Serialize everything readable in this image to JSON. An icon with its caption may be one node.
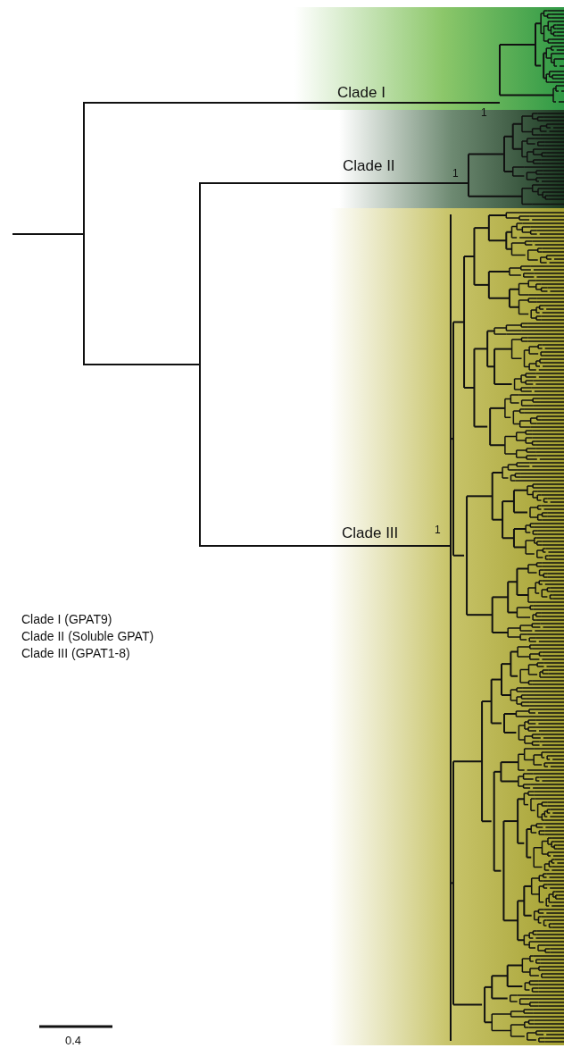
{
  "diagram": {
    "labels": [
      "Clade I",
      "1",
      "Clade II",
      "1",
      "Clade III",
      "1",
      "Clade I (GPAT9)",
      "Clade II (Soluble GPAT)",
      "Clade III (GPAT1-8)",
      "0.4"
    ]
  }
}
